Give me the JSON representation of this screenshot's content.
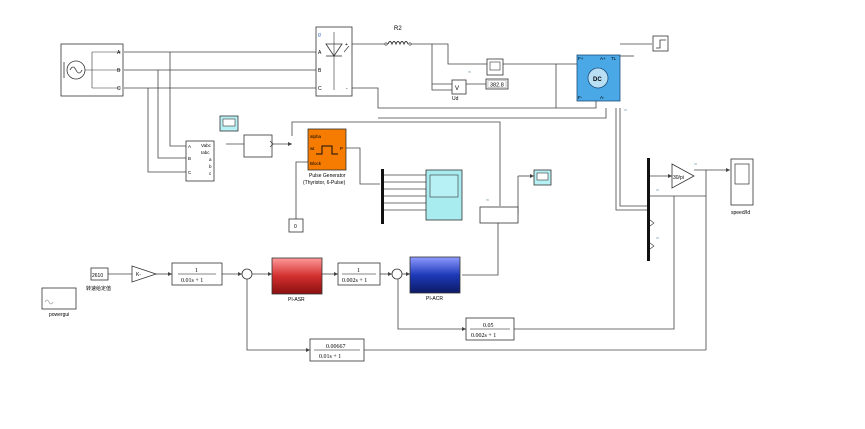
{
  "diagram": {
    "blocks": {
      "inductor_label": "R2",
      "ud_label": "Ud",
      "display_value": "382.8",
      "ac_source_ports": [
        "A",
        "B",
        "C"
      ],
      "thyristor_ports_in": [
        "A",
        "B",
        "C"
      ],
      "thyristor_port_g": "g",
      "thyristor_ports_out": [
        "+",
        "-"
      ],
      "dc_label": "DC",
      "dc_ports": [
        "F+",
        "F-",
        "TL",
        "A+",
        "A-"
      ],
      "vi_meas_ports_left": [
        "A",
        "B",
        "C"
      ],
      "vi_meas_ports_right": [
        "Vabc",
        "Iabc",
        "a",
        "b",
        "c"
      ],
      "pulse_gen_ports": [
        "alpha",
        "wt",
        "Block",
        "P"
      ],
      "pulse_gen_title": "Pulse Generator",
      "pulse_gen_sub": "(Thyristor, 6-Pulse)",
      "block_const": "0",
      "speed_setpoint": "2610",
      "speed_setpoint_label": "转速给定值",
      "gain_k": "K-",
      "gain_30pi": "30/pi",
      "tf1_num": "1",
      "tf1_den": "0.01s + 1",
      "tf2_num": "1",
      "tf2_den": "0.002s + 1",
      "tf3_num": "0.05",
      "tf3_den": "0.002s + 1",
      "tf4_num": "0.00667",
      "tf4_den": "0.01s + 1",
      "pi_asr": "PI-ASR",
      "pi_acr": "PI-ACR",
      "powergui": "powergui",
      "speed_id": "speed/Id"
    },
    "colors": {
      "pulse_gen": "#f57c00",
      "pi_asr": "#d32f2f",
      "pi_acr": "#1e3ab8",
      "dc_machine": "#4aa8e6",
      "scope_cyan": "#a8ecef",
      "scope_small": "#b8f1f5"
    }
  }
}
